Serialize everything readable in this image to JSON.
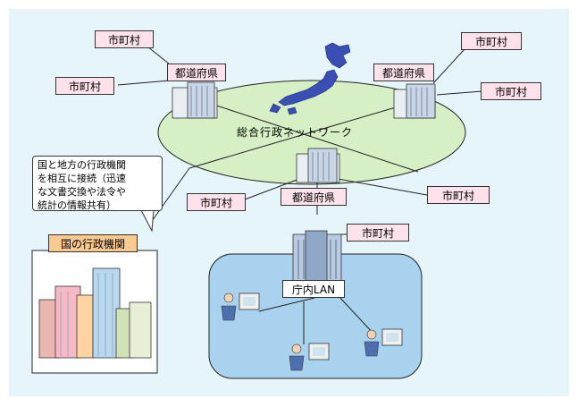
{
  "network": {
    "title": "総合行政ネットワーク"
  },
  "nodes": {
    "prefecture_left": "都道府県",
    "prefecture_right": "都道府県",
    "prefecture_center": "都道府県",
    "municipality_top_left": "市町村",
    "municipality_left": "市町村",
    "municipality_top_right": "市町村",
    "municipality_right": "市町村",
    "municipality_center_left": "市町村",
    "municipality_center_right": "市町村",
    "municipality_bottom": "市町村",
    "national_agency": "国の行政機関",
    "lan": "庁内LAN"
  },
  "callout": {
    "lines": [
      "国と地方の行政機関",
      "を相互に接続（迅速",
      "な文書交換や法令や",
      "統計の情報共有）"
    ]
  },
  "colors": {
    "background": "#e6f5fa",
    "ellipse": "#d6efc4",
    "label_pink": "#fde2ec",
    "label_orange": "#f9c98f",
    "lan_area": "#a9d2ef",
    "japan_map": "#3a4fb5"
  },
  "icons": [
    "building-icon",
    "office-tower-icon",
    "japan-map-icon",
    "computer-terminal-icon",
    "city-skyline-icon"
  ]
}
